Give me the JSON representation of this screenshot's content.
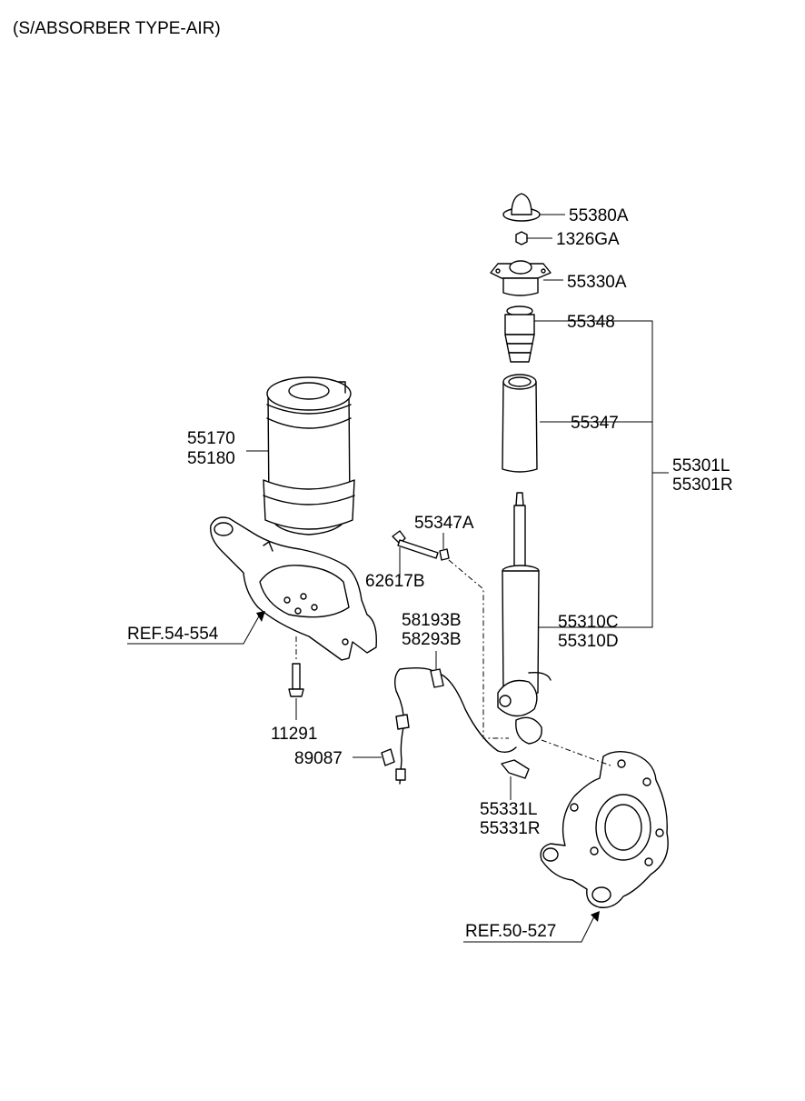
{
  "title": "(S/ABSORBER TYPE-AIR)",
  "labels": {
    "p55380a": "55380A",
    "p1326ga": "1326GA",
    "p55330a": "55330A",
    "p55348": "55348",
    "p55347": "55347",
    "p55301l": "55301L",
    "p55301r": "55301R",
    "p55170": "55170",
    "p55180": "55180",
    "p55347a": "55347A",
    "p62617b": "62617B",
    "p58193b": "58193B",
    "p58293b": "58293B",
    "p55310c": "55310C",
    "p55310d": "55310D",
    "ref54554": "REF.54-554",
    "p11291": "11291",
    "p89087": "89087",
    "p55331l": "55331L",
    "p55331r": "55331R",
    "ref50527": "REF.50-527"
  }
}
